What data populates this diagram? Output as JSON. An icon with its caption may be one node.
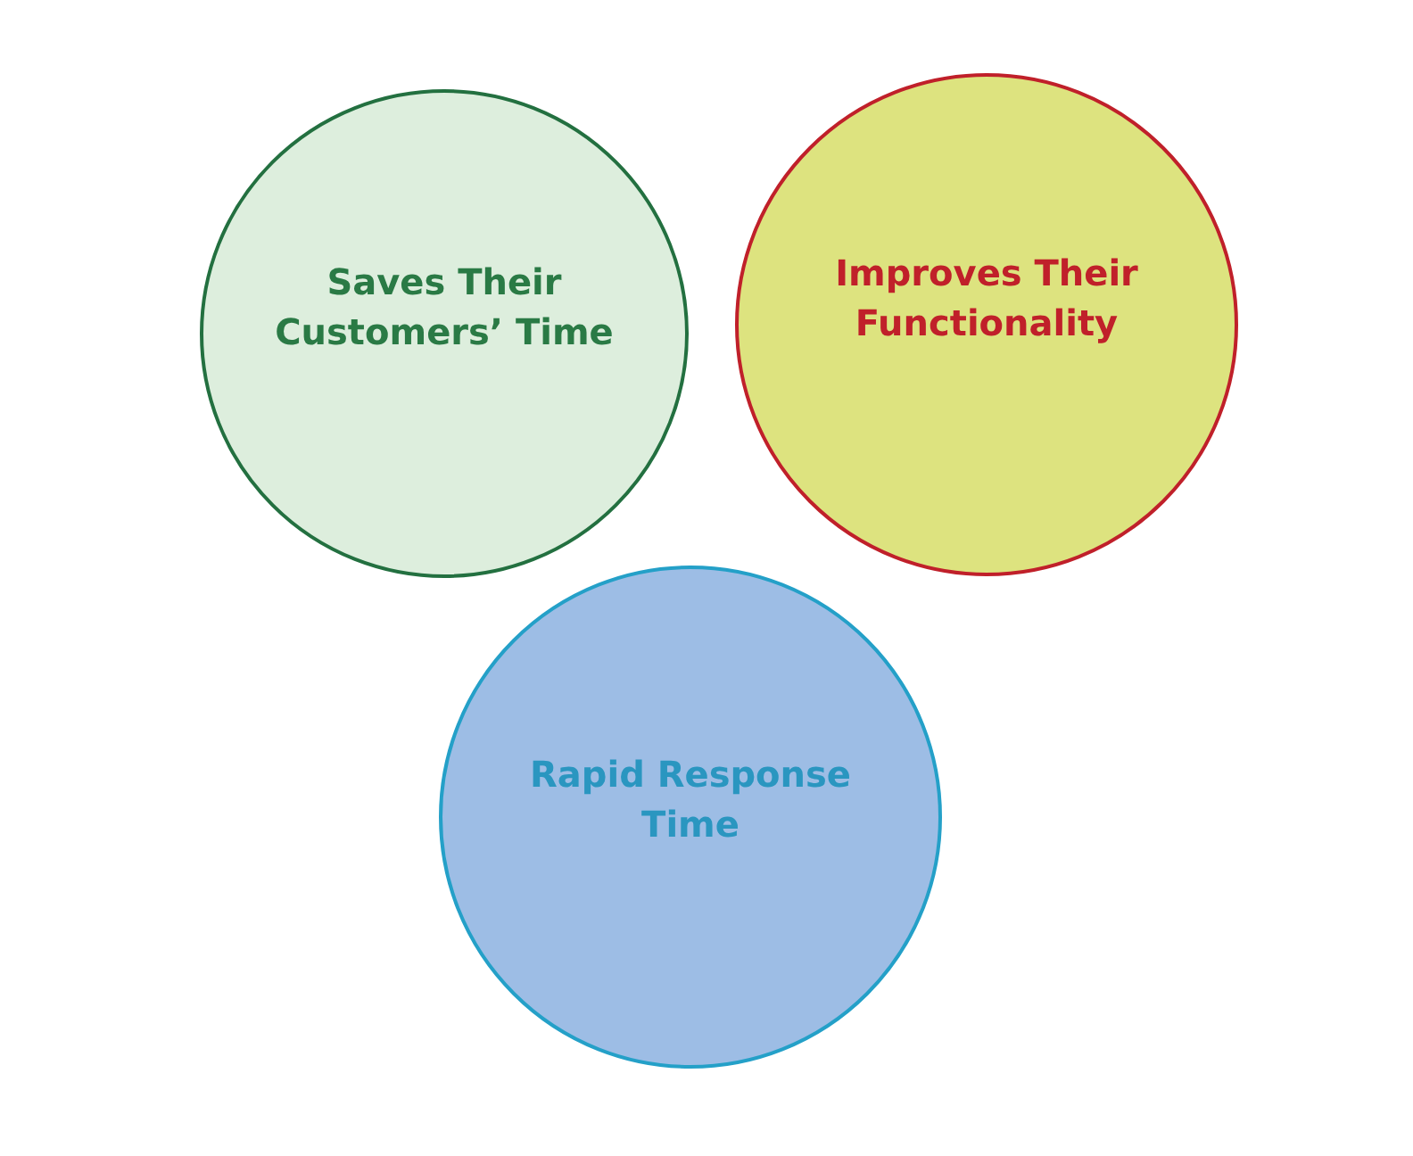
{
  "diagram": {
    "nodes": [
      {
        "text": [
          "Saves Their Customers’ Time"
        ]
      },
      {
        "text": [
          "Improves Their Functionality"
        ]
      },
      {
        "text": [
          "Rapid Response Time"
        ]
      }
    ]
  }
}
